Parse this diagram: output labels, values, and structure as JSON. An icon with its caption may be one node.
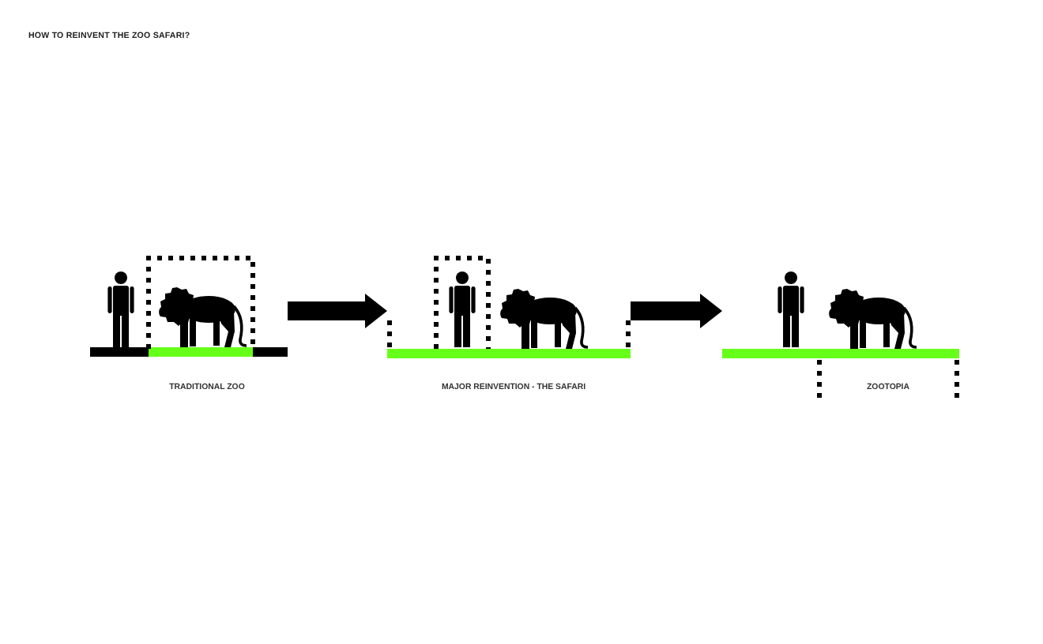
{
  "diagram": {
    "title": "HOW TO REINVENT THE ZOO SAFARI?",
    "nodes": [
      {
        "text": [],
        "shape": "picture",
        "beside": [
          "TRADITIONAL ZOO"
        ]
      },
      {
        "text": [],
        "shape": "picture",
        "beside": [
          "MAJOR REINVENTION - THE SAFARI"
        ]
      },
      {
        "text": [
          "ZOOTOPIA"
        ]
      }
    ],
    "edges": [
      {
        "from": 0,
        "to": 1,
        "arrow": "to"
      },
      {
        "from": 1,
        "to": 2,
        "arrow": "to"
      }
    ]
  }
}
